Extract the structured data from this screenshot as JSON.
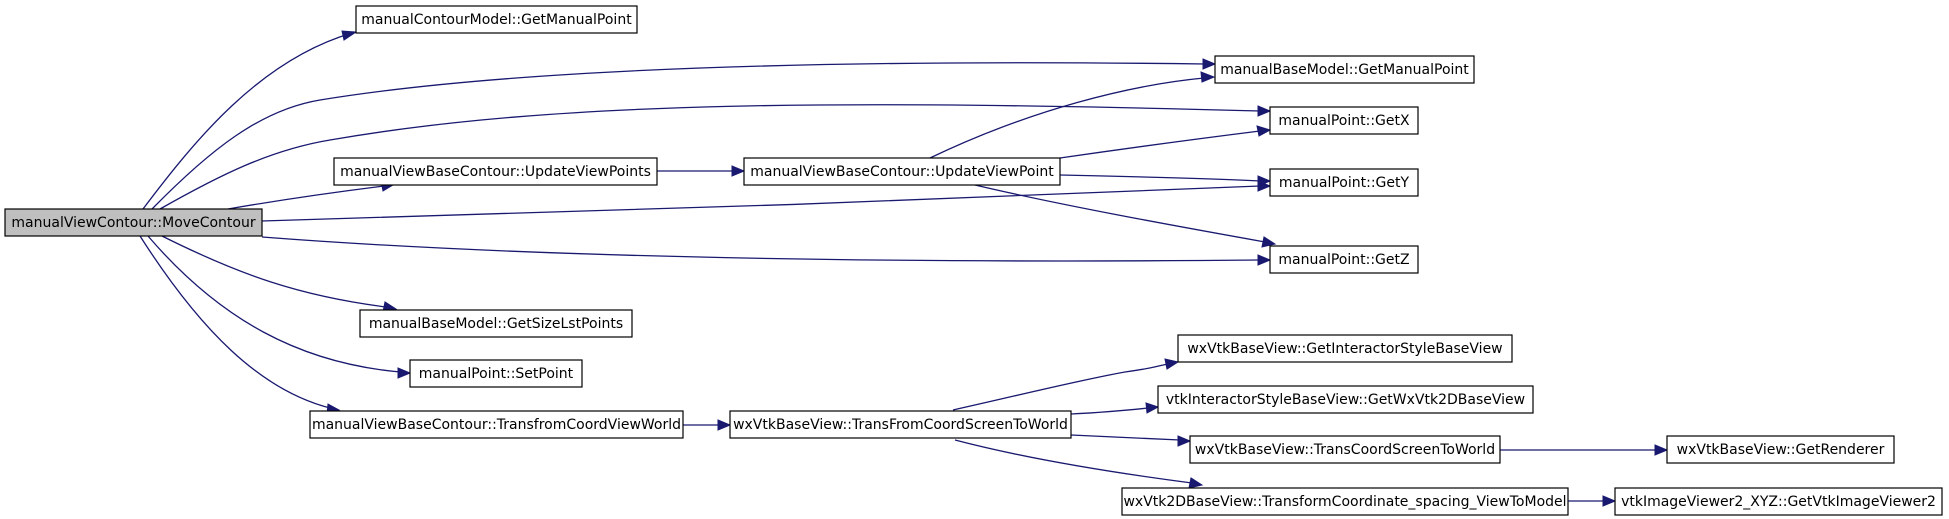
{
  "nodes": {
    "move_contour": "manualViewContour::MoveContour",
    "contour_get_manual_point": "manualContourModel::GetManualPoint",
    "base_get_manual_point": "manualBaseModel::GetManualPoint",
    "get_x": "manualPoint::GetX",
    "update_view_points": "manualViewBaseContour::UpdateViewPoints",
    "update_view_point": "manualViewBaseContour::UpdateViewPoint",
    "get_y": "manualPoint::GetY",
    "get_z": "manualPoint::GetZ",
    "get_size_lst_points": "manualBaseModel::GetSizeLstPoints",
    "set_point": "manualPoint::SetPoint",
    "get_interactor_style_base_view": "wxVtkBaseView::GetInteractorStyleBaseView",
    "get_wx_vtk2d_base_view": "vtkInteractorStyleBaseView::GetWxVtk2DBaseView",
    "transfrom_coord_view_world": "manualViewBaseContour::TransfromCoordViewWorld",
    "trans_from_coord_screen_to_world": "wxVtkBaseView::TransFromCoordScreenToWorld",
    "trans_coord_screen_to_world": "wxVtkBaseView::TransCoordScreenToWorld",
    "get_renderer": "wxVtkBaseView::GetRenderer",
    "transform_coordinate_spacing": "wxVtk2DBaseView::TransformCoordinate_spacing_ViewToModel",
    "get_vtk_image_viewer2": "vtkImageViewer2_XYZ::GetVtkImageViewer2"
  },
  "edges": [
    [
      "move_contour",
      "contour_get_manual_point"
    ],
    [
      "move_contour",
      "base_get_manual_point"
    ],
    [
      "move_contour",
      "get_x"
    ],
    [
      "move_contour",
      "update_view_points"
    ],
    [
      "move_contour",
      "get_y"
    ],
    [
      "move_contour",
      "get_z"
    ],
    [
      "move_contour",
      "get_size_lst_points"
    ],
    [
      "move_contour",
      "set_point"
    ],
    [
      "move_contour",
      "transfrom_coord_view_world"
    ],
    [
      "update_view_points",
      "update_view_point"
    ],
    [
      "update_view_point",
      "base_get_manual_point"
    ],
    [
      "update_view_point",
      "get_x"
    ],
    [
      "update_view_point",
      "get_y"
    ],
    [
      "update_view_point",
      "get_z"
    ],
    [
      "transfrom_coord_view_world",
      "trans_from_coord_screen_to_world"
    ],
    [
      "trans_from_coord_screen_to_world",
      "get_interactor_style_base_view"
    ],
    [
      "trans_from_coord_screen_to_world",
      "get_wx_vtk2d_base_view"
    ],
    [
      "trans_from_coord_screen_to_world",
      "trans_coord_screen_to_world"
    ],
    [
      "trans_from_coord_screen_to_world",
      "transform_coordinate_spacing"
    ],
    [
      "trans_coord_screen_to_world",
      "get_renderer"
    ],
    [
      "transform_coordinate_spacing",
      "get_vtk_image_viewer2"
    ]
  ]
}
